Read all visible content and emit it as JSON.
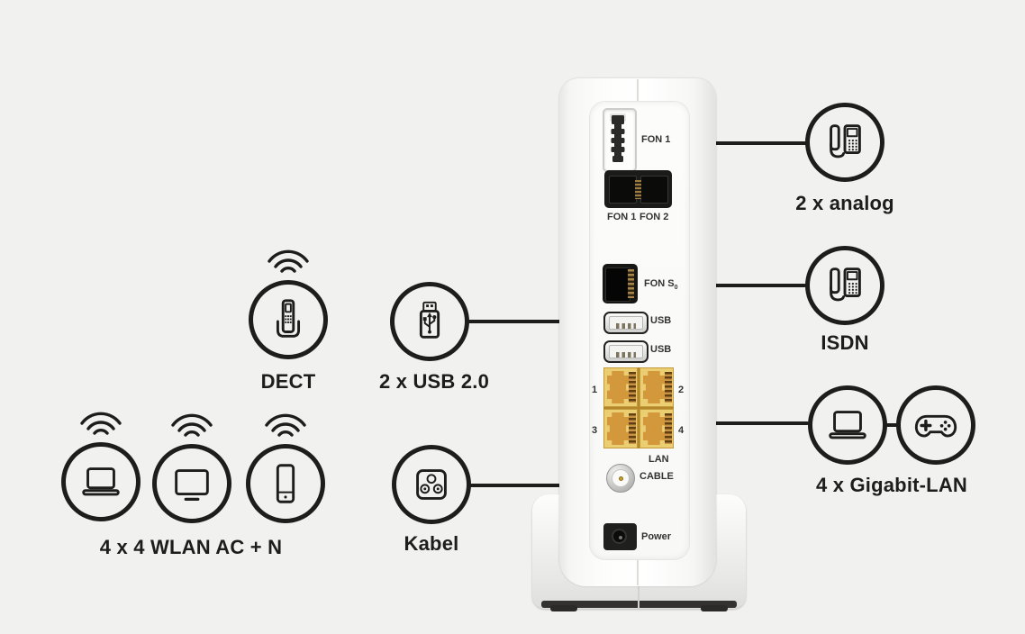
{
  "colors": {
    "background": "#f1f1ef",
    "line_and_icons": "#1d1d1b",
    "lan_frame": "#ecce72",
    "lan_inner": "#d3973c",
    "port_black": "#1b1b19",
    "cable_pin_gold": "#c9a227"
  },
  "callouts": {
    "dect": {
      "label": "DECT"
    },
    "wlan": {
      "label": "4 x 4 WLAN AC + N"
    },
    "usb": {
      "label": "2 x USB 2.0"
    },
    "kabel": {
      "label": "Kabel"
    },
    "analog": {
      "label": "2 x analog"
    },
    "isdn": {
      "label": "ISDN"
    },
    "gigabit": {
      "label": "4 x Gigabit-LAN"
    }
  },
  "device": {
    "ports": {
      "tae_label": "FON 1",
      "fon_labels": [
        "FON 1",
        "FON 2"
      ],
      "isdn_label": "FON S",
      "isdn_subscript": "0",
      "usb_labels": [
        "USB",
        "USB"
      ],
      "lan_numbers": [
        "1",
        "2",
        "3",
        "4"
      ],
      "lan_label": "LAN",
      "cable_label": "CABLE",
      "power_label": "Power"
    }
  }
}
